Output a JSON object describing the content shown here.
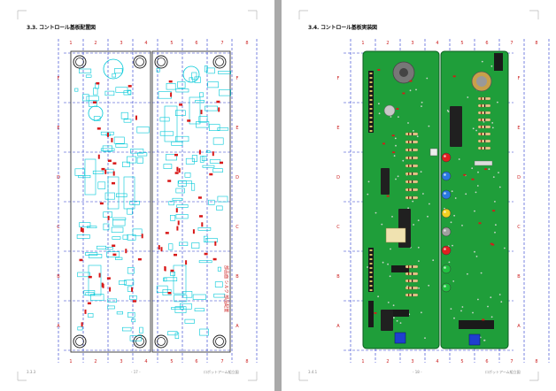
{
  "viewer": {
    "background": "#ffffff",
    "divider_color": "#a9a9a9"
  },
  "left_page": {
    "title": "3.3. コントロール基板配置図",
    "footer_left": "3.3.3",
    "footer_center": "- 17 -",
    "footer_right": "ロボットアーム組立図",
    "stamp": "部品面 シルク 部品配置"
  },
  "right_page": {
    "title": "3.4. コントロール基板実装図",
    "footer_left": "3.4.1",
    "footer_center": "- 18 -",
    "footer_right": "ロボットアーム組立図"
  },
  "grid": {
    "column_labels": [
      "1",
      "2",
      "3",
      "4",
      "5",
      "6",
      "7",
      "8"
    ],
    "row_labels": [
      "F",
      "E",
      "D",
      "C",
      "B",
      "A"
    ]
  },
  "colors": {
    "pcb_green": "#1f9e3a",
    "silk_cyan": "#00c8d8",
    "part_red": "#d81818",
    "grid_blue": "#2233cc",
    "label_red": "#cc2020"
  },
  "leds": [
    "red",
    "blue",
    "blue",
    "yellow",
    "gray",
    "red",
    "green",
    "green"
  ]
}
